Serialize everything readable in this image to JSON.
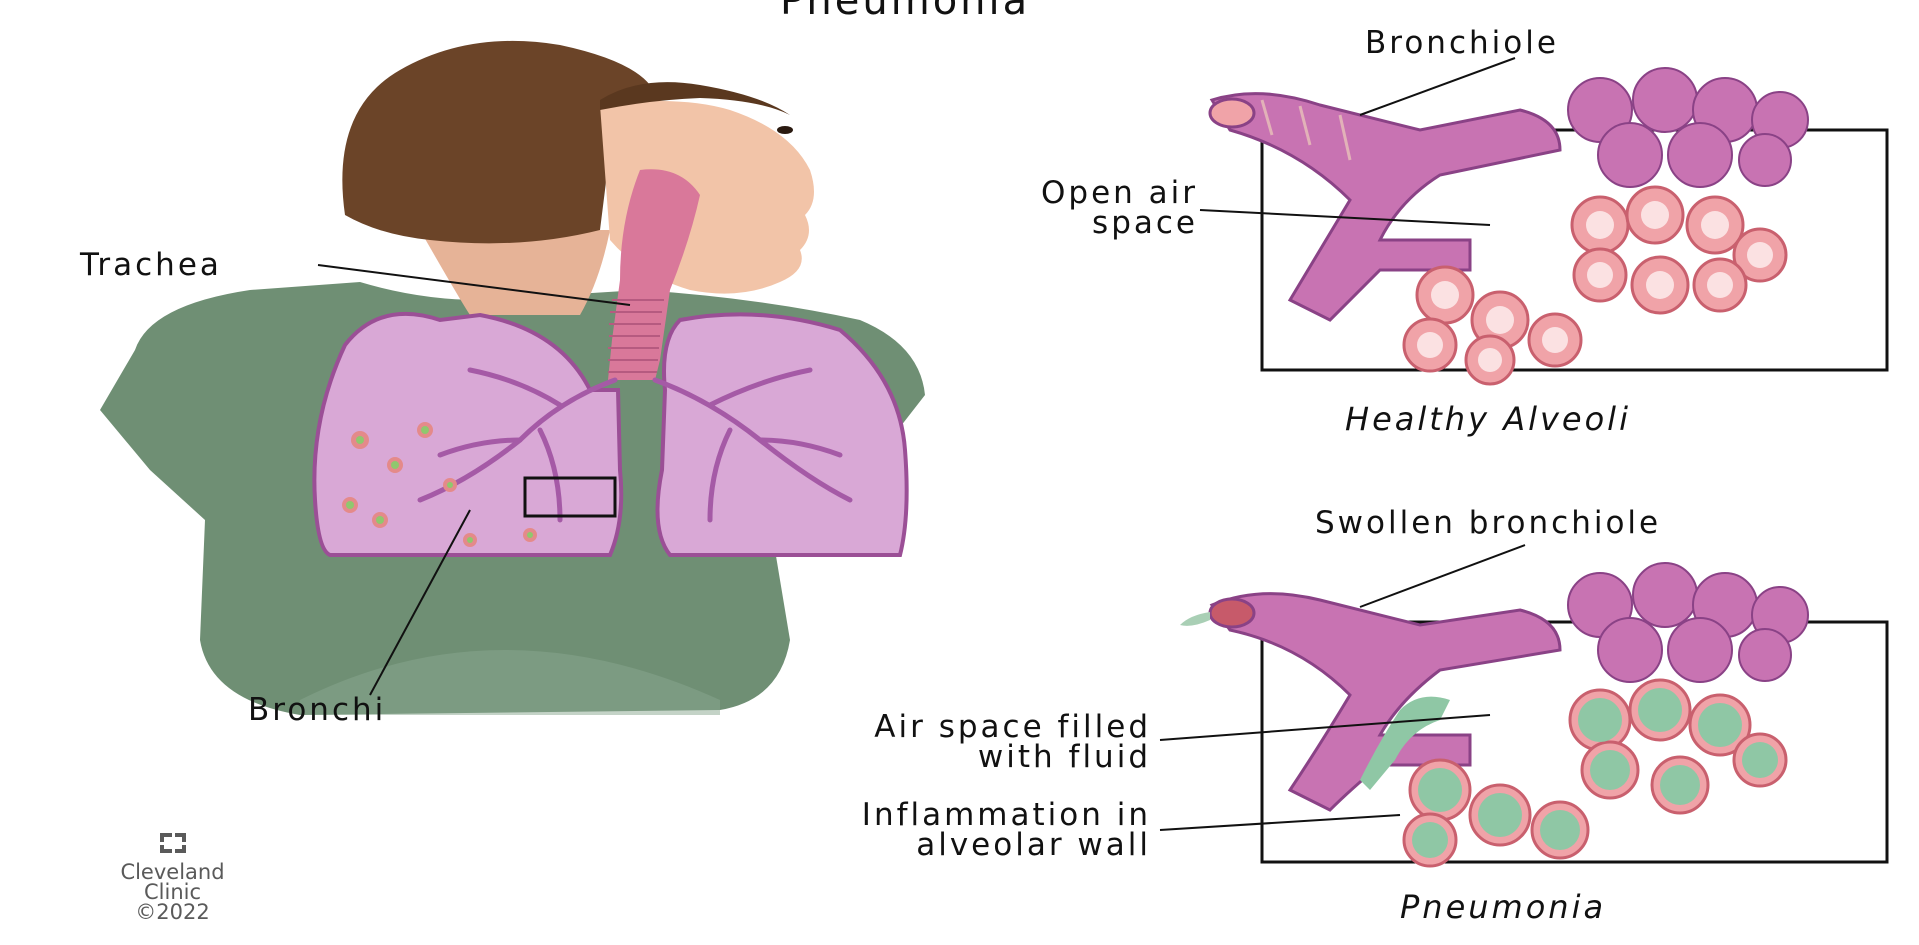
{
  "title": "Pneumonia",
  "labels": {
    "trachea": "Trachea",
    "bronchi": "Bronchi",
    "bronchiole": "Bronchiole",
    "open_air_space_1": "Open air",
    "open_air_space_2": "space",
    "swollen_bronchiole": "Swollen bronchiole",
    "fluid_1": "Air space filled",
    "fluid_2": "with fluid",
    "inflammation_1": "Inflammation in",
    "inflammation_2": "alveolar wall"
  },
  "captions": {
    "healthy": "Healthy Alveoli",
    "pneumonia": "Pneumonia"
  },
  "credit": {
    "line1": "Cleveland",
    "line2": "Clinic",
    "line3": "©2022"
  },
  "colors": {
    "lung": "#d9a8d6",
    "lung_dark": "#9b4f96",
    "shirt": "#6f8f74",
    "skin": "#f2c4a8",
    "hair": "#6b4428",
    "trachea": "#d9789a",
    "alveoli_healthy": "#f0a3a8",
    "alveoli_fluid": "#8fc7a5",
    "bronchiole": "#c873b2"
  }
}
